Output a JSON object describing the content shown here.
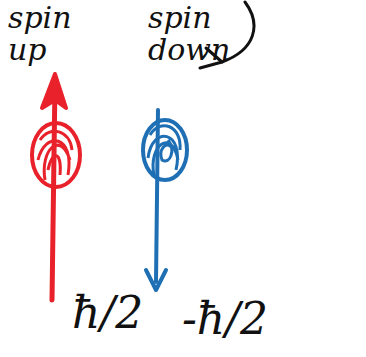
{
  "diagram": {
    "labels": [
      "spin up",
      "spin down",
      "ħ/2",
      "-ħ/2"
    ]
  }
}
